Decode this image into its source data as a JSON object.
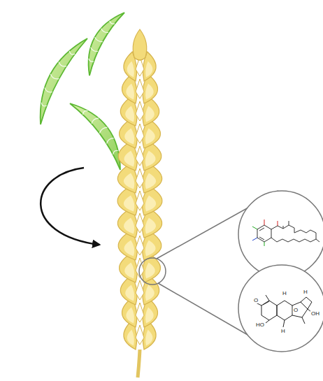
{
  "diagram": {
    "labels": [
      "O",
      "O",
      "H",
      "H",
      "OH",
      "HO",
      "H"
    ]
  }
}
